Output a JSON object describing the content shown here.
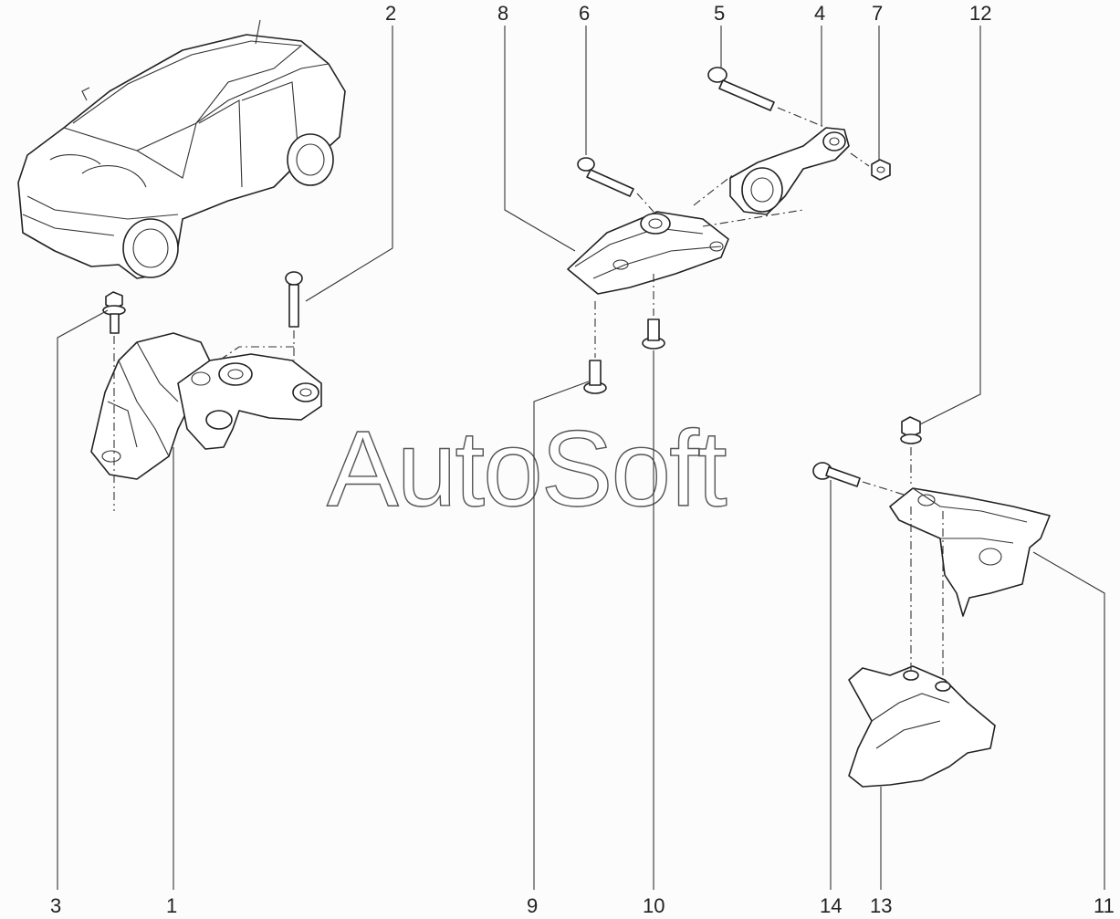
{
  "watermark": "AutoSoft",
  "callouts": {
    "c1": "1",
    "c2": "2",
    "c3": "3",
    "c4": "4",
    "c5": "5",
    "c6": "6",
    "c7": "7",
    "c8": "8",
    "c9": "9",
    "c10": "10",
    "c11": "11",
    "c12": "12",
    "c13": "13",
    "c14": "14"
  },
  "colors": {
    "background": "#fcfcfc",
    "line": "#222222"
  }
}
